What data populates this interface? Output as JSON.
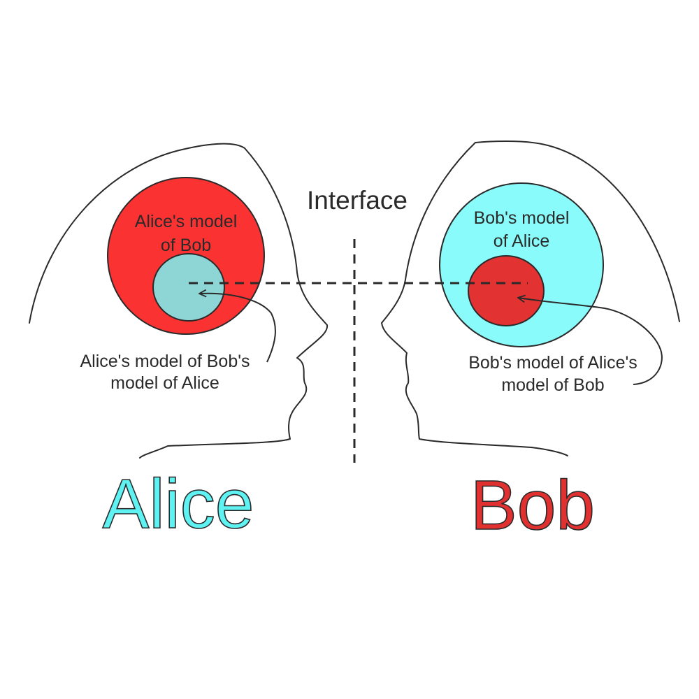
{
  "interface_label": "Interface",
  "alice": {
    "name": "Alice",
    "name_color": "#5ef2f2",
    "outer_color": "#fb3232",
    "inner_color": "#8ed5d5",
    "outer_line1": "Alice's model",
    "outer_line2": "of Bob",
    "nested_line1": "Alice's model of Bob's",
    "nested_line2": "model of Alice"
  },
  "bob": {
    "name": "Bob",
    "name_color": "#e03030",
    "outer_color": "#8afbfb",
    "inner_color": "#e23232",
    "outer_line1": "Bob's model",
    "outer_line2": "of Alice",
    "nested_line1": "Bob's model of Alice's",
    "nested_line2": "model of Bob"
  }
}
